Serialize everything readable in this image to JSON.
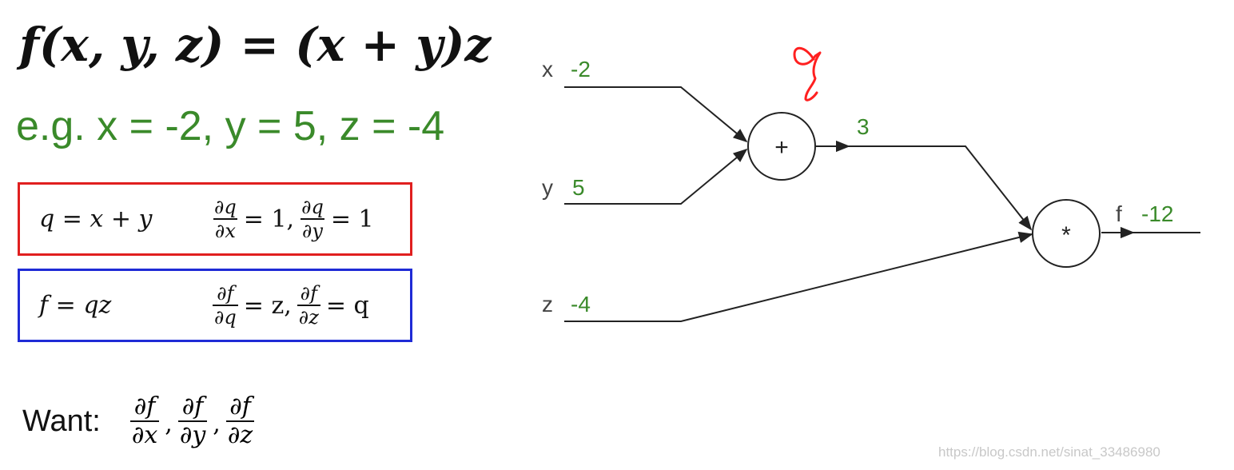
{
  "formula": {
    "title": "f(x, y, z) = (x + y)z",
    "example": "e.g. x = -2, y = 5, z = -4"
  },
  "box_q": {
    "equation": "q = x + y",
    "d1_num": "∂q",
    "d1_den": "∂x",
    "d1_val": "= 1,",
    "d2_num": "∂q",
    "d2_den": "∂y",
    "d2_val": "= 1"
  },
  "box_f": {
    "equation": "f = qz",
    "d1_num": "∂f",
    "d1_den": "∂q",
    "d1_val": "= z,",
    "d2_num": "∂f",
    "d2_den": "∂z",
    "d2_val": "= q"
  },
  "want": {
    "label": "Want:",
    "fracs": [
      {
        "num": "∂f",
        "den": "∂x"
      },
      {
        "num": "∂f",
        "den": "∂y"
      },
      {
        "num": "∂f",
        "den": "∂z"
      }
    ],
    "separator": ","
  },
  "graph": {
    "inputs": [
      {
        "name": "x",
        "value": "-2"
      },
      {
        "name": "y",
        "value": "5"
      },
      {
        "name": "z",
        "value": "-4"
      }
    ],
    "add_node": {
      "symbol": "+",
      "output": "3"
    },
    "mul_node": {
      "symbol": "*"
    },
    "result": {
      "name": "f",
      "value": "-12"
    },
    "annotation": "q"
  },
  "colors": {
    "value_green": "#3a8a2a",
    "box_red": "#e01f1f",
    "box_blue": "#1f2bd6",
    "annotation_red": "#ff2020"
  },
  "watermark": "https://blog.csdn.net/sinat_33486980"
}
